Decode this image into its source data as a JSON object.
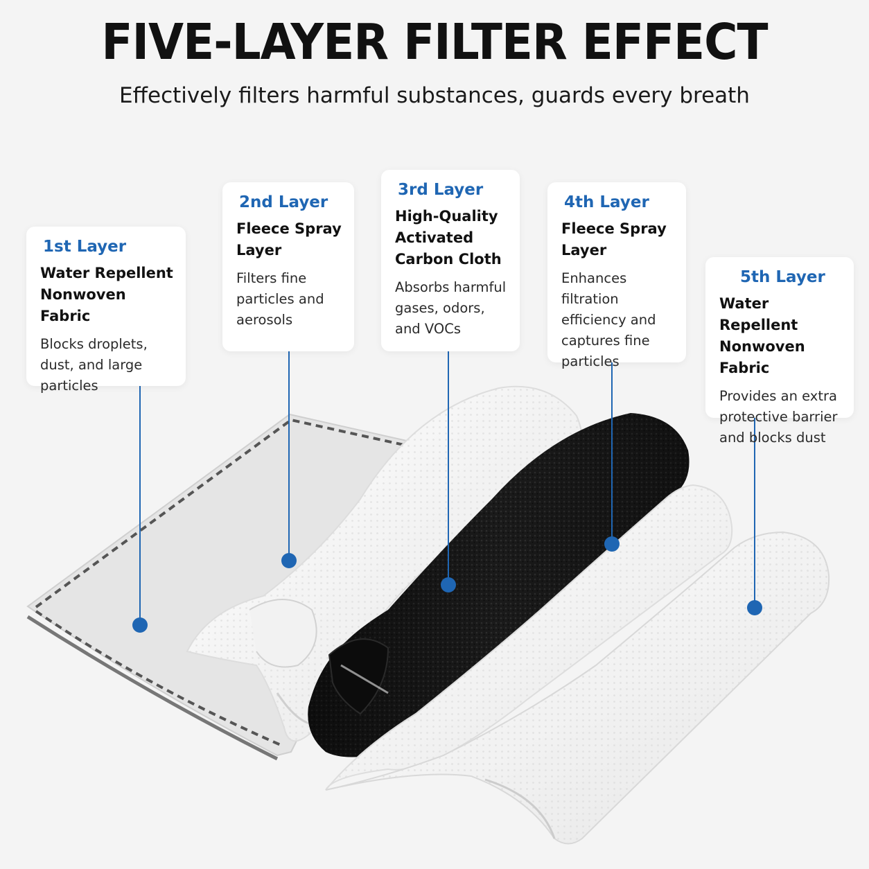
{
  "header": {
    "title": "FIVE-LAYER FILTER EFFECT",
    "subtitle": "Effectively filters harmful substances, guards every breath"
  },
  "layers": [
    {
      "label": "1st Layer",
      "name": "Water Repellent Nonwoven Fabric",
      "description": "Blocks droplets, dust, and large particles"
    },
    {
      "label": "2nd Layer",
      "name": "Fleece Spray Layer",
      "description": "Filters fine particles and aerosols"
    },
    {
      "label": "3rd Layer",
      "name": "High-Quality Activated Carbon Cloth",
      "description": "Absorbs harmful gases, odors, and VOCs"
    },
    {
      "label": "4th Layer",
      "name": "Fleece Spray Layer",
      "description": "Enhances filtration efficiency and captures fine particles"
    },
    {
      "label": "5th Layer",
      "name": "Water Repellent Nonwoven Fabric",
      "description": "Provides an extra protective barrier and blocks dust"
    }
  ],
  "colors": {
    "accent": "#1f66b3",
    "background": "#f4f4f4",
    "carbon": "#161616",
    "fabric": "#ffffff"
  }
}
